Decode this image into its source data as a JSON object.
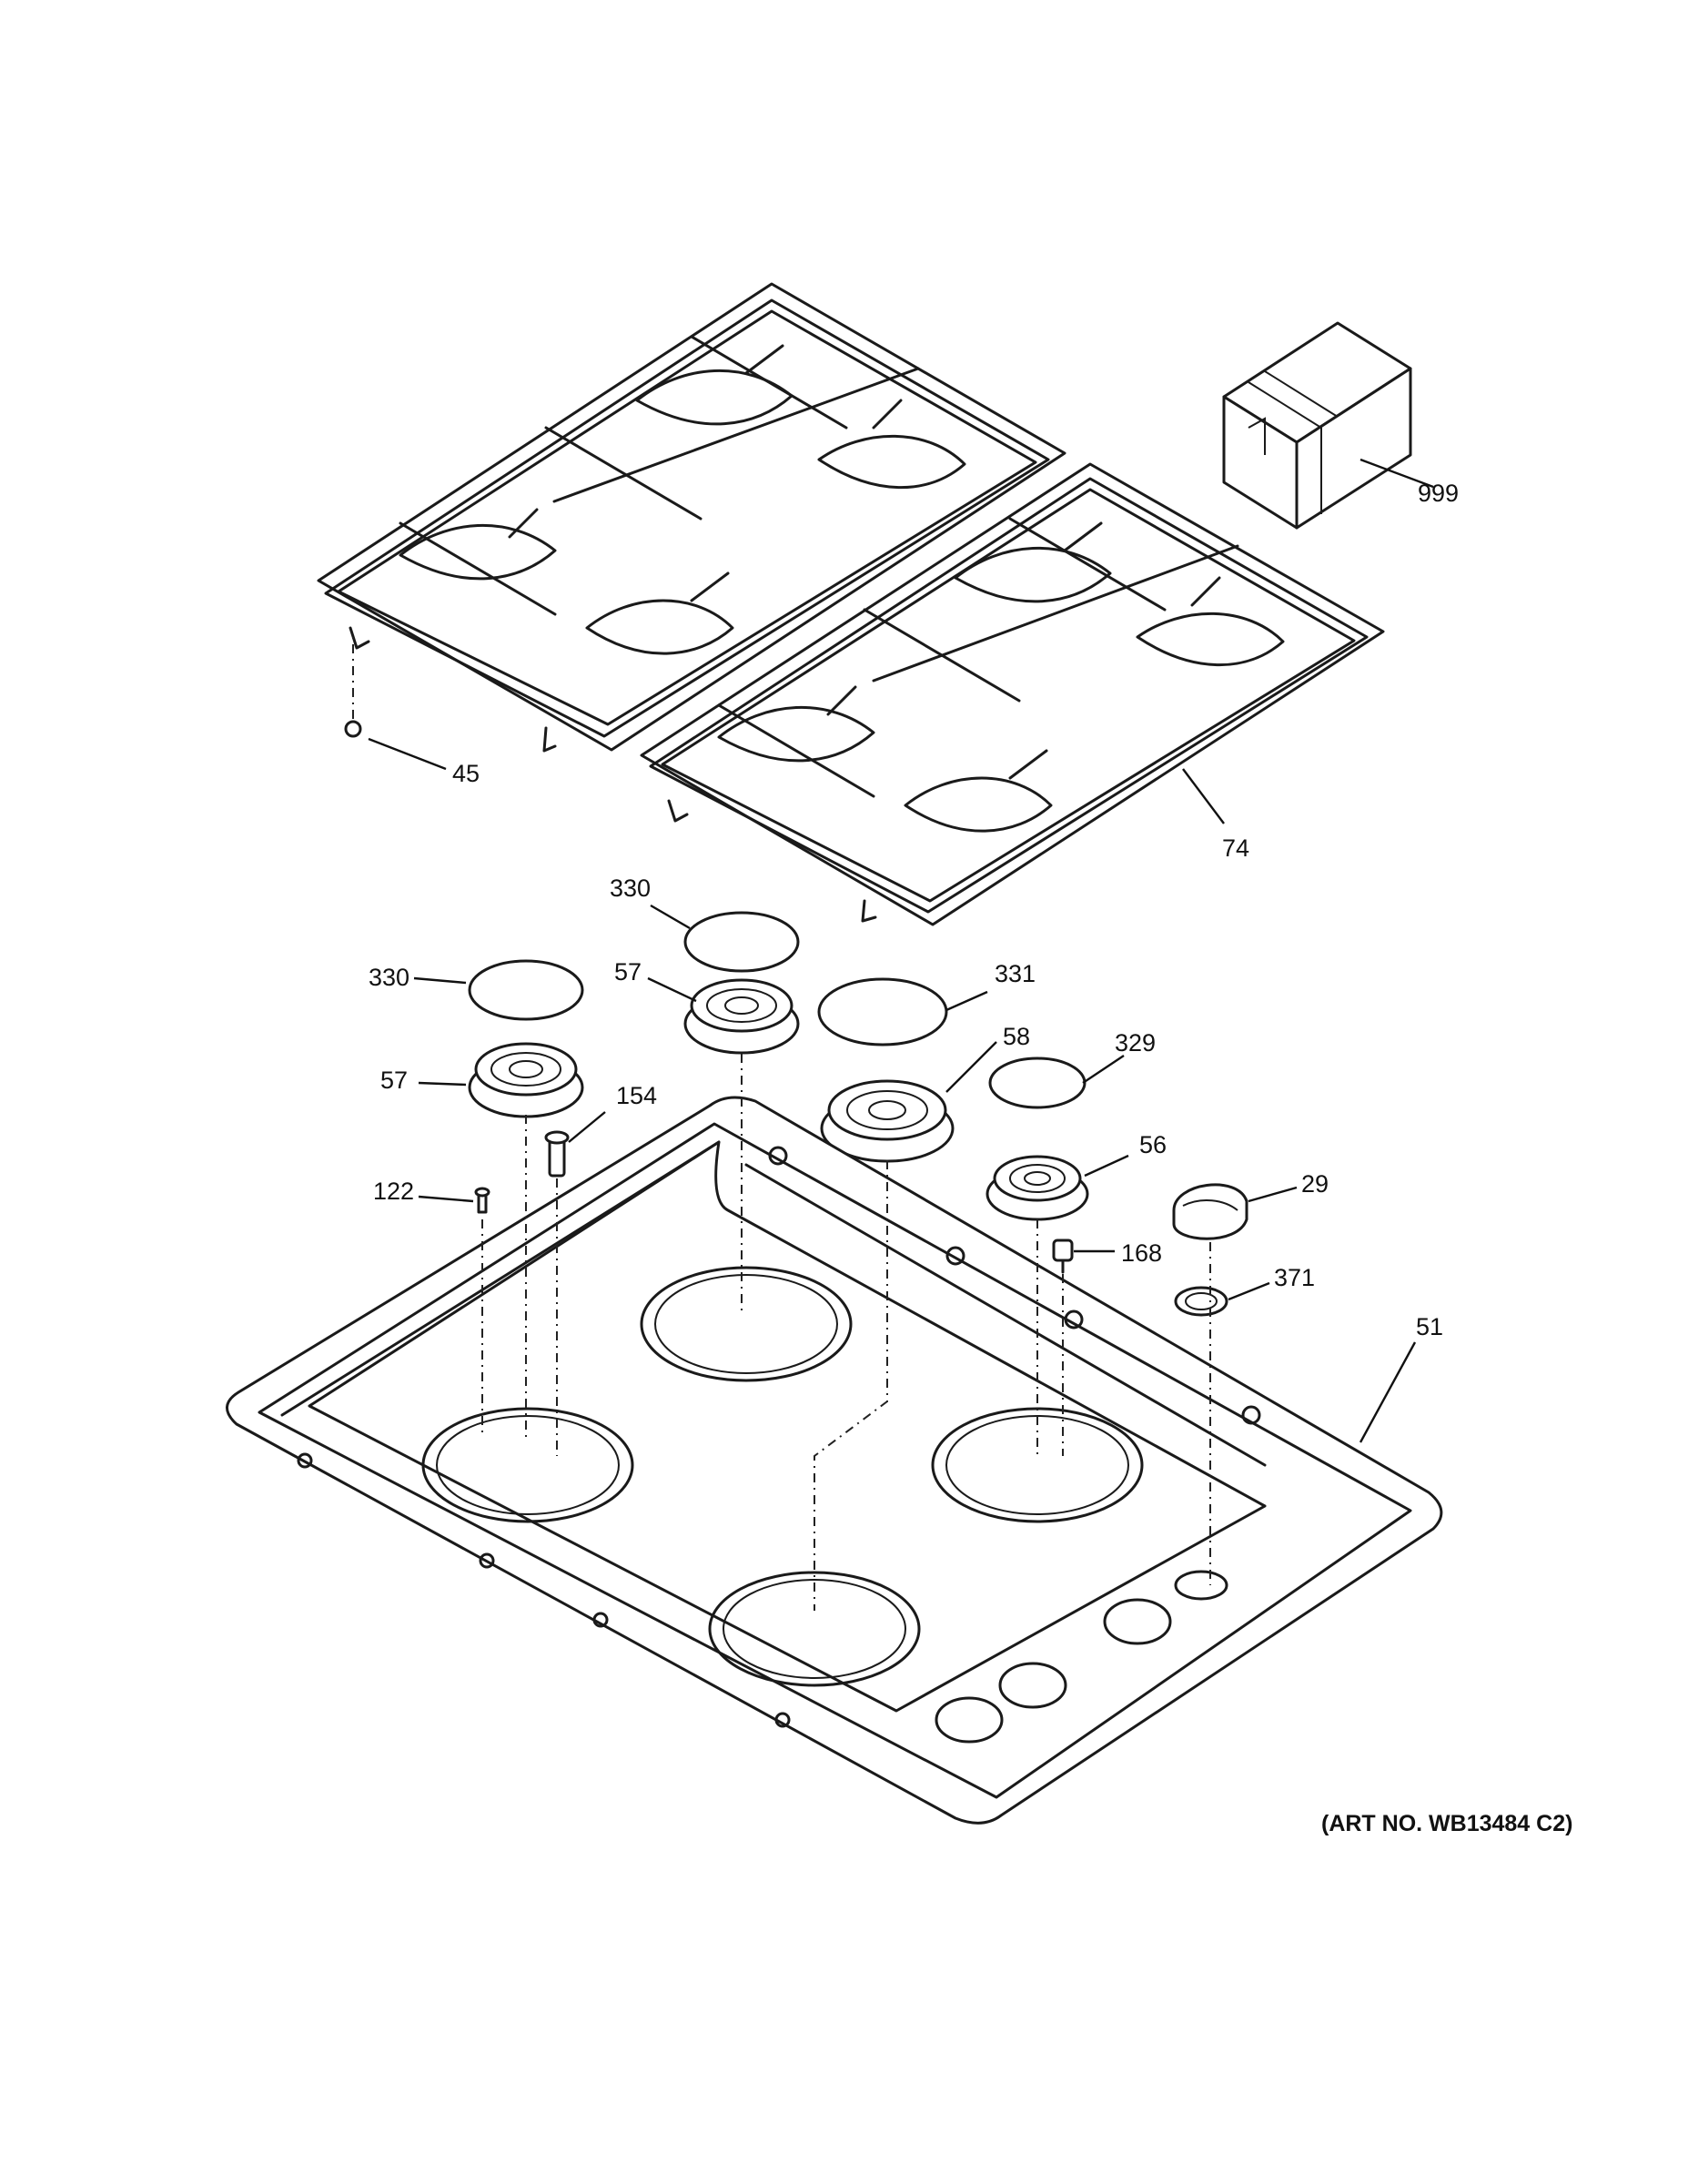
{
  "callouts": [
    {
      "id": "c999",
      "text": "999"
    },
    {
      "id": "c45",
      "text": "45"
    },
    {
      "id": "c74",
      "text": "74"
    },
    {
      "id": "c330a",
      "text": "330"
    },
    {
      "id": "c330b",
      "text": "330"
    },
    {
      "id": "c57a",
      "text": "57"
    },
    {
      "id": "c57b",
      "text": "57"
    },
    {
      "id": "c331",
      "text": "331"
    },
    {
      "id": "c58",
      "text": "58"
    },
    {
      "id": "c329",
      "text": "329"
    },
    {
      "id": "c154",
      "text": "154"
    },
    {
      "id": "c56",
      "text": "56"
    },
    {
      "id": "c29",
      "text": "29"
    },
    {
      "id": "c122",
      "text": "122"
    },
    {
      "id": "c168",
      "text": "168"
    },
    {
      "id": "c371",
      "text": "371"
    },
    {
      "id": "c51",
      "text": "51"
    }
  ],
  "art_number": "(ART NO. WB13484 C2)"
}
